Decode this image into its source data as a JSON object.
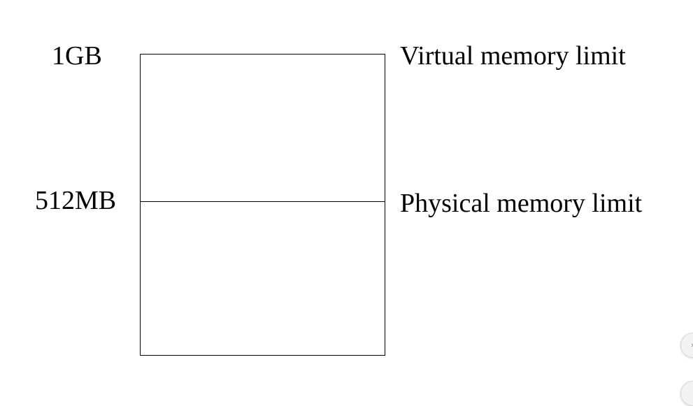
{
  "diagram": {
    "left_labels": {
      "top": "1GB",
      "middle": "512MB"
    },
    "right_labels": {
      "top": "Virtual memory limit",
      "middle": "Physical memory limit"
    }
  },
  "controls": {
    "edge_button_glyph": "›"
  }
}
